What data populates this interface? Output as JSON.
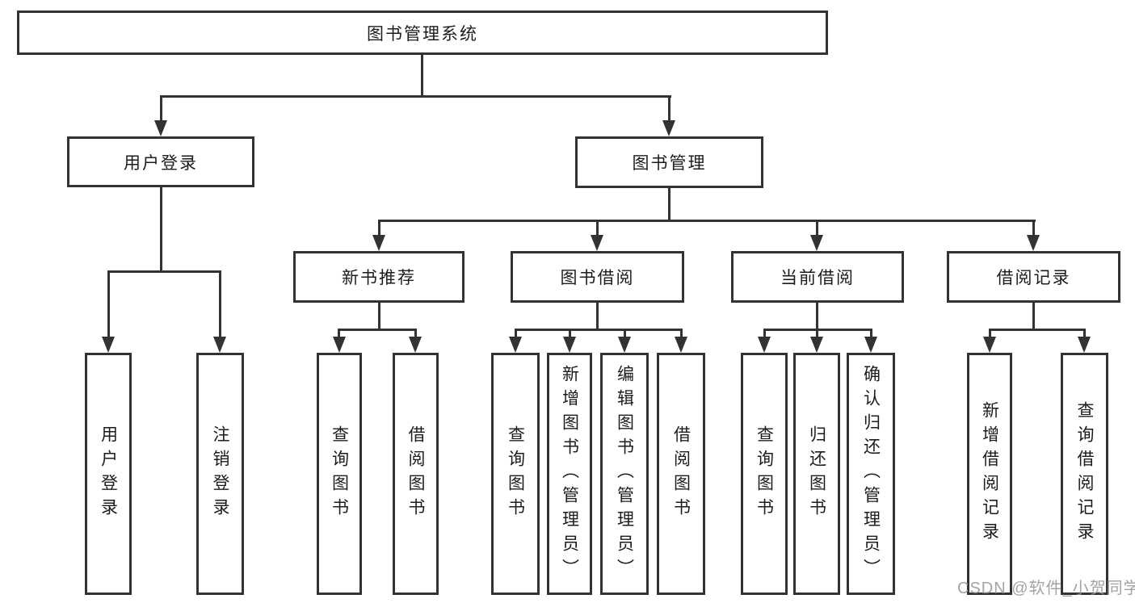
{
  "diagram_type": "hierarchy-tree",
  "colors": {
    "line": "#333333",
    "box_background": "#ffffff",
    "text": "#1c1c1c",
    "watermark": "#969696"
  },
  "nodes": {
    "root": "图书管理系统",
    "user_login": "用户登录",
    "book_mgmt": "图书管理",
    "new_book": "新书推荐",
    "book_borrow": "图书借阅",
    "current_borrow": "当前借阅",
    "borrow_records": "借阅记录",
    "leaf_user_login": "用户登录",
    "leaf_logout": "注销登录",
    "leaf_nb_query": "查询图书",
    "leaf_nb_borrow": "借阅图书",
    "leaf_bb_query": "查询图书",
    "leaf_bb_add": "新增图书（管理员）",
    "leaf_bb_edit": "编辑图书（管理员）",
    "leaf_bb_borrow": "借阅图书",
    "leaf_cb_query": "查询图书",
    "leaf_cb_return": "归还图书",
    "leaf_cb_confirm": "确认归还（管理员）",
    "leaf_br_add": "新增借阅记录",
    "leaf_br_query": "查询借阅记录"
  },
  "watermark": "CSDN @软件_小贺同学",
  "hierarchy": {
    "图书管理系统": {
      "用户登录": [
        "用户登录",
        "注销登录"
      ],
      "图书管理": {
        "新书推荐": [
          "查询图书",
          "借阅图书"
        ],
        "图书借阅": [
          "查询图书",
          "新增图书（管理员）",
          "编辑图书（管理员）",
          "借阅图书"
        ],
        "当前借阅": [
          "查询图书",
          "归还图书",
          "确认归还（管理员）"
        ],
        "借阅记录": [
          "新增借阅记录",
          "查询借阅记录"
        ]
      }
    }
  }
}
